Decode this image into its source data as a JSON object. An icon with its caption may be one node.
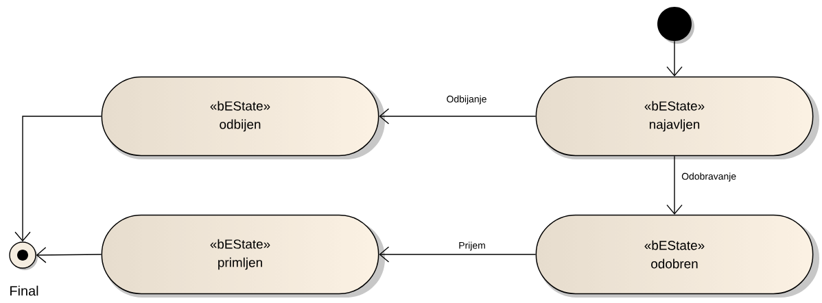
{
  "diagram": {
    "nodes": [
      {
        "text": [],
        "shape": "circle"
      },
      {
        "text": [
          "«bEState»",
          "najavljen"
        ]
      },
      {
        "text": [
          "«bEState»",
          "odbijen"
        ]
      },
      {
        "text": [
          "«bEState»",
          "odobren"
        ]
      },
      {
        "text": [
          "«bEState»",
          "primljen"
        ]
      },
      {
        "text": [],
        "shape": "circle",
        "beside": [
          "Final"
        ]
      }
    ],
    "edges": [
      {
        "from": 0,
        "to": 1,
        "arrow": "to"
      },
      {
        "from": 1,
        "to": 2,
        "arrow": "to",
        "label": "Odbijanje"
      },
      {
        "from": 1,
        "to": 3,
        "arrow": "to",
        "label": "Odobravanje"
      },
      {
        "from": 3,
        "to": 4,
        "arrow": "to",
        "label": "Prijem"
      },
      {
        "from": 2,
        "to": 5,
        "arrow": "to"
      },
      {
        "from": 4,
        "to": 5,
        "arrow": "to"
      }
    ]
  }
}
